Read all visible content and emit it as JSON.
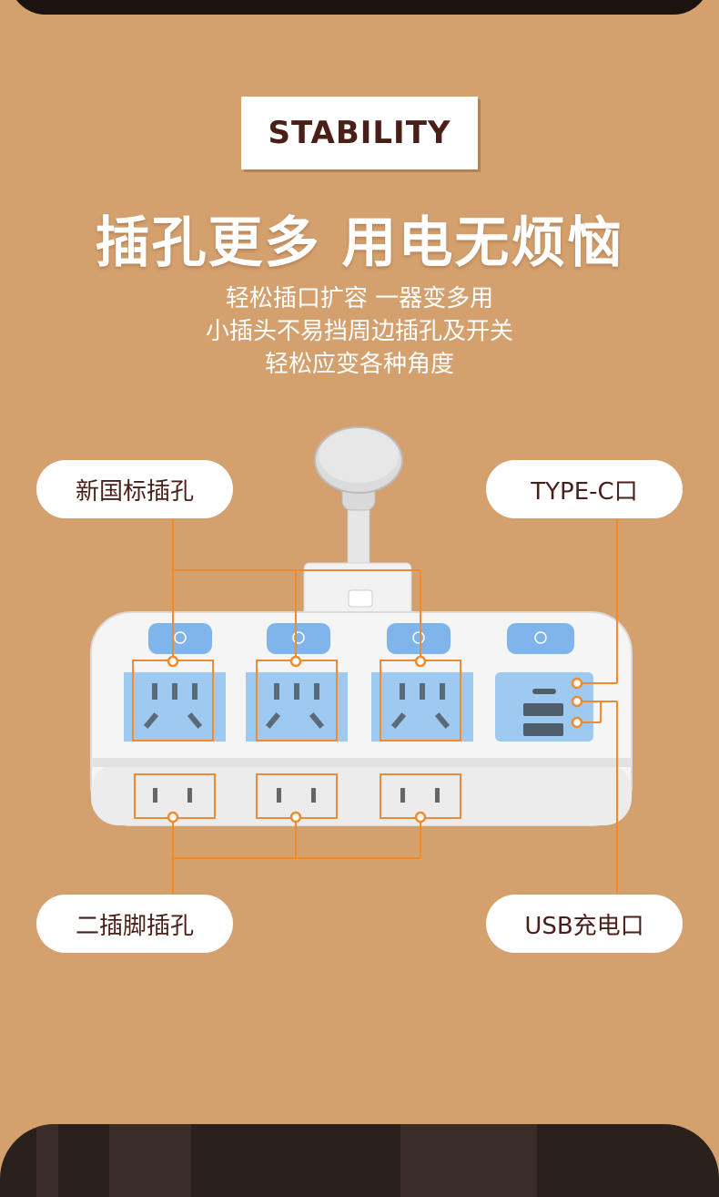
{
  "badge": {
    "text": "STABILITY"
  },
  "headline": {
    "text": "插孔更多  用电无烦恼"
  },
  "description": {
    "lines": [
      "轻松插口扩容 一器变多用",
      "小插头不易挡周边插孔及开关",
      "轻松应变各种角度"
    ]
  },
  "callouts": {
    "national_socket": "新国标插孔",
    "type_c": "TYPE-C口",
    "two_pin": "二插脚插孔",
    "usb": "USB充电口"
  },
  "colors": {
    "background": "#d3a06e",
    "accent_line": "#f08a2e",
    "socket_blue": "#9ec9f0",
    "button_blue": "#7fb5ea",
    "text_dark": "#4a1f18"
  }
}
